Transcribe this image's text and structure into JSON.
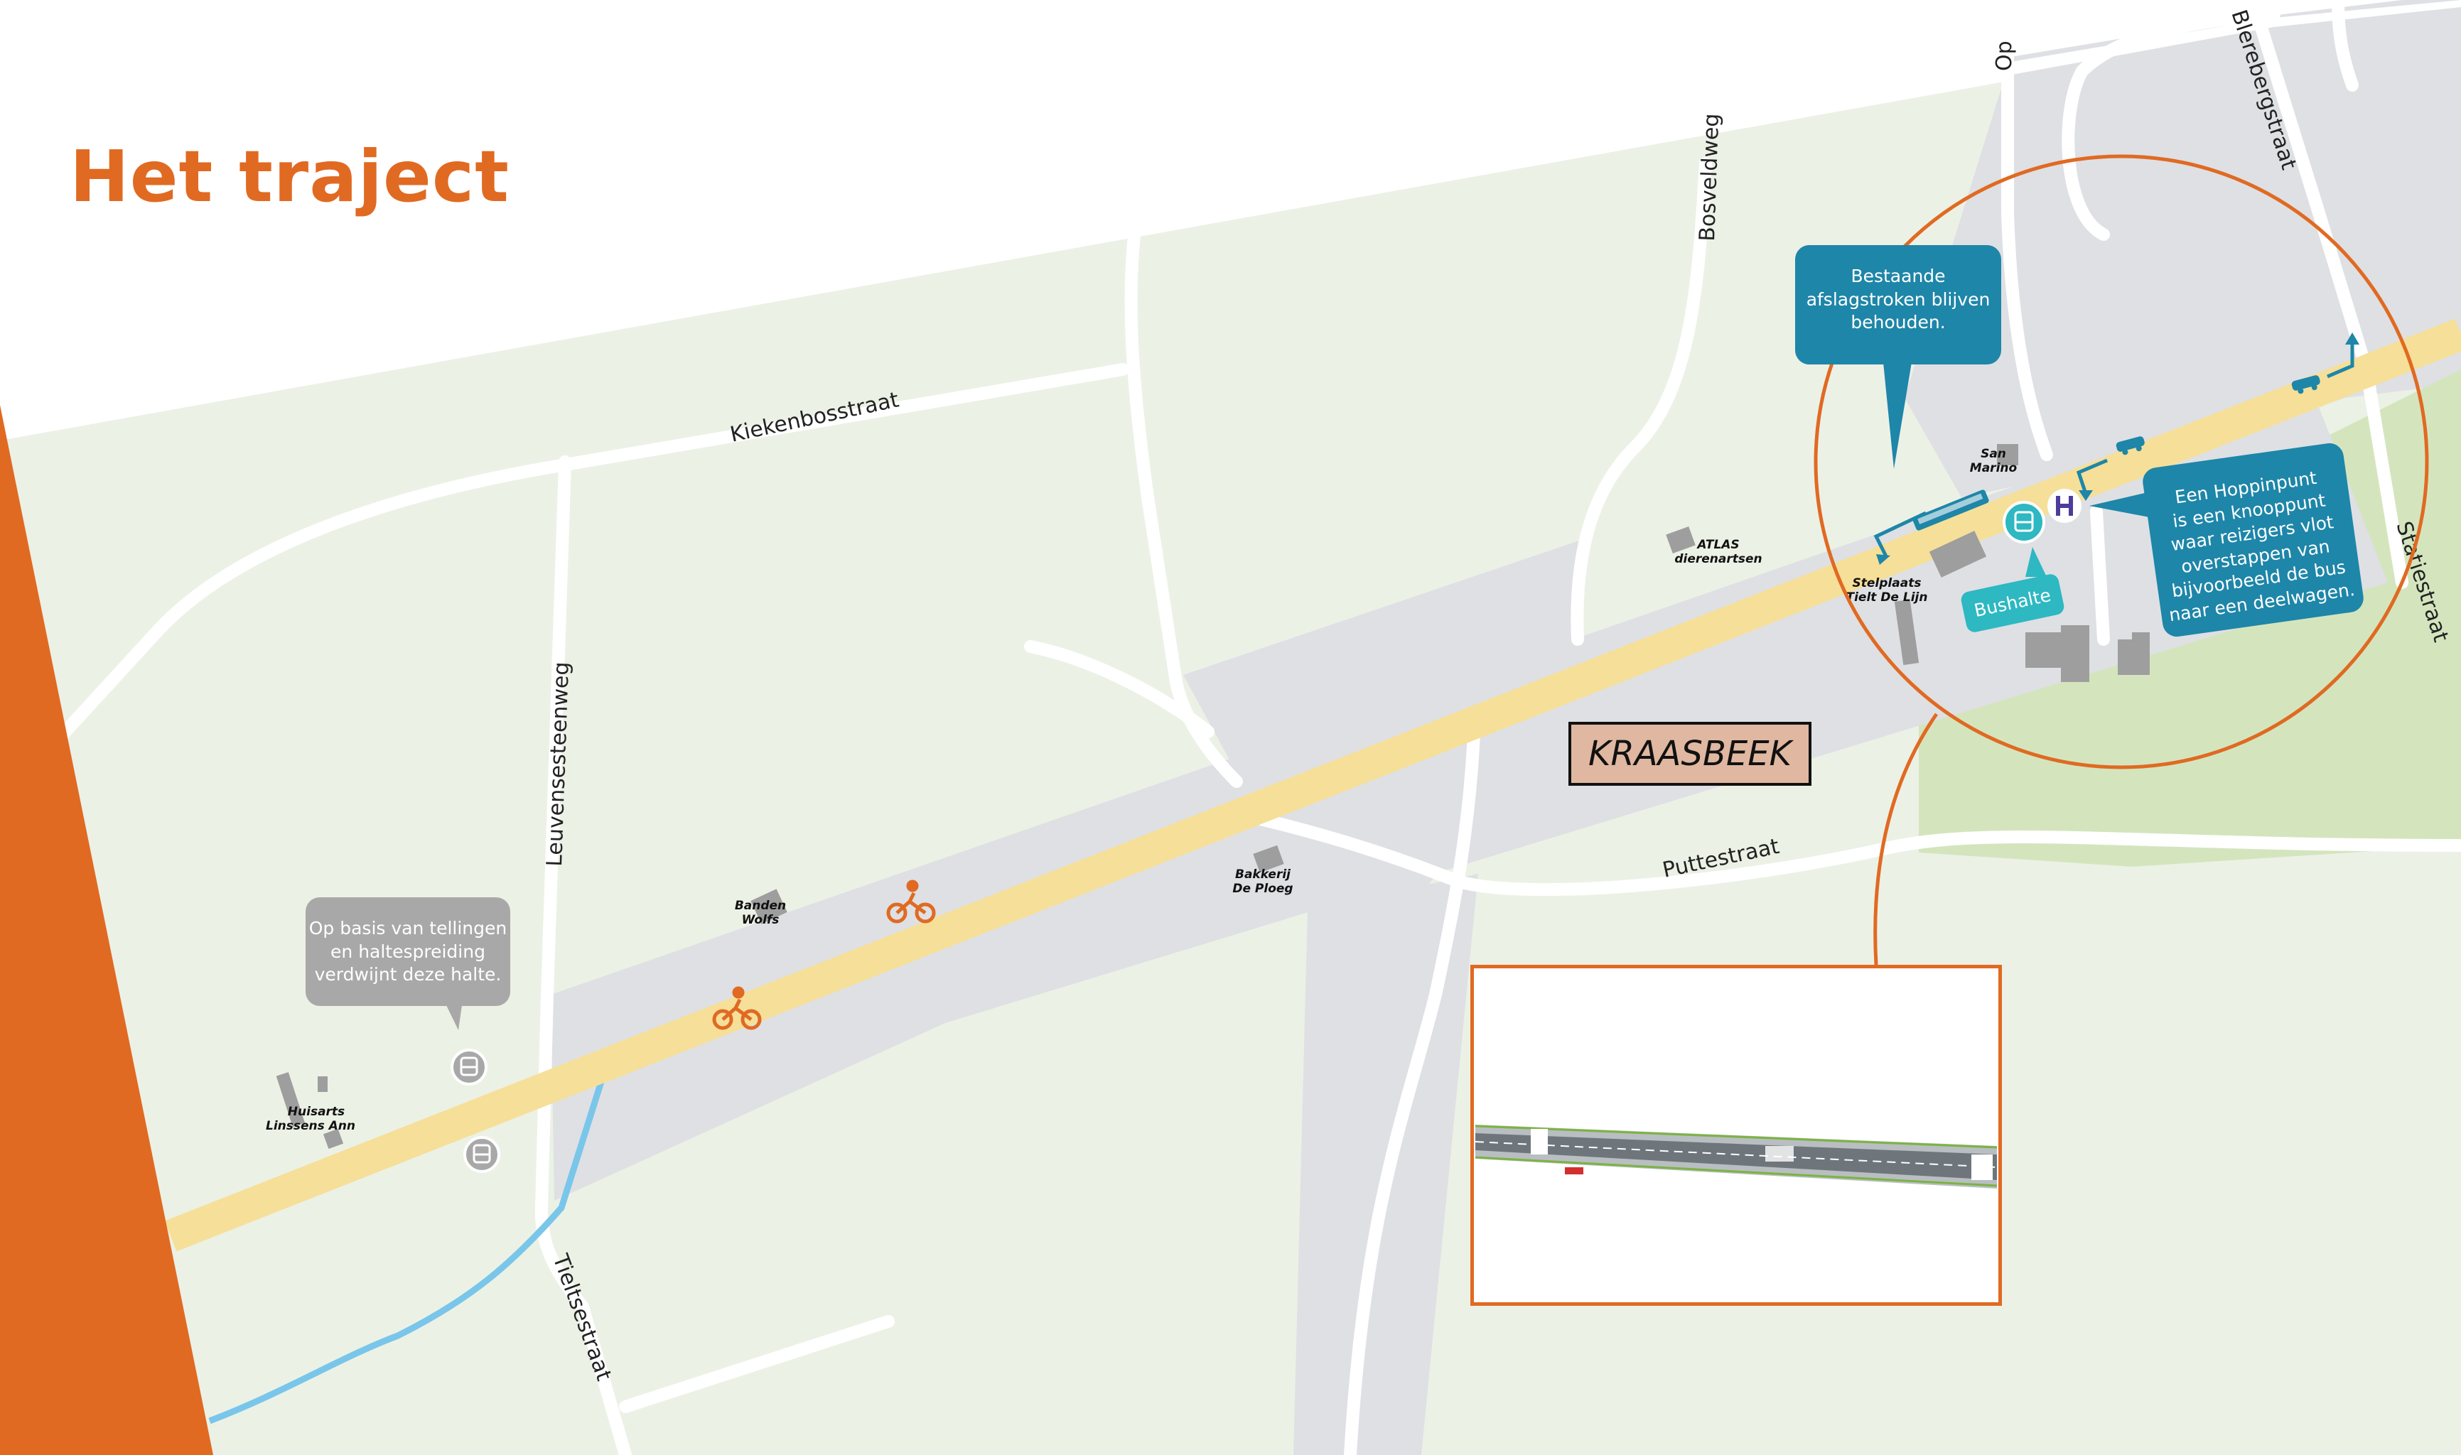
{
  "title": "Het traject",
  "streets": {
    "kiekenbosstraat": "Kiekenbosstraat",
    "leuvensesteenweg": "Leuvensesteenweg",
    "tieltsestraat": "Tieltsestraat",
    "bosveldweg": "Bosveldweg",
    "puttestraat": "Puttestraat",
    "blerebergstraat": "Blerebergstraat",
    "statiestraat": "Statiestraat",
    "op": "Op"
  },
  "places": {
    "huisarts": [
      "Huisarts",
      "Linssens Ann"
    ],
    "banden": [
      "Banden",
      "Wolfs"
    ],
    "bakkerij": [
      "Bakkerij",
      "De Ploeg"
    ],
    "atlas": [
      "ATLAS",
      "dierenartsen"
    ],
    "stelplaats": [
      "Stelplaats",
      "Tielt De Lijn"
    ],
    "sanmarino": [
      "San",
      "Marino"
    ]
  },
  "bubbles": {
    "halte_removed": [
      "Op basis van tellingen",
      "en haltespreiding",
      "verdwijnt deze halte."
    ],
    "afslagstroken": [
      "Bestaande",
      "afslagstroken blijven",
      "behouden."
    ],
    "hoppinpunt": [
      "Een Hoppinpunt",
      "is een knooppunt",
      "waar reizigers vlot",
      "overstappen van",
      "bijvoorbeeld de bus",
      "naar een deelwagen."
    ],
    "bushalte": "Bushalte"
  },
  "area_label": "KRAASBEEK",
  "colors": {
    "accent": "#E06A22",
    "road_main": "#F6DF98",
    "road_zone": "#DEE0E4",
    "land": "#ECF1E6",
    "park": "#D4E5BE",
    "water": "#79C6EA",
    "callout_blue": "#1E86A8",
    "callout_teal": "#2DB8C2",
    "callout_grey": "#A8A8A8",
    "hoppin_purple": "#4E3C9B",
    "area_label_bg": "#E0B7A0"
  },
  "icons": [
    "bicycle-icon",
    "bus-stop-icon",
    "hoppin-icon",
    "car-icon",
    "bus-icon",
    "arrow-icon"
  ]
}
